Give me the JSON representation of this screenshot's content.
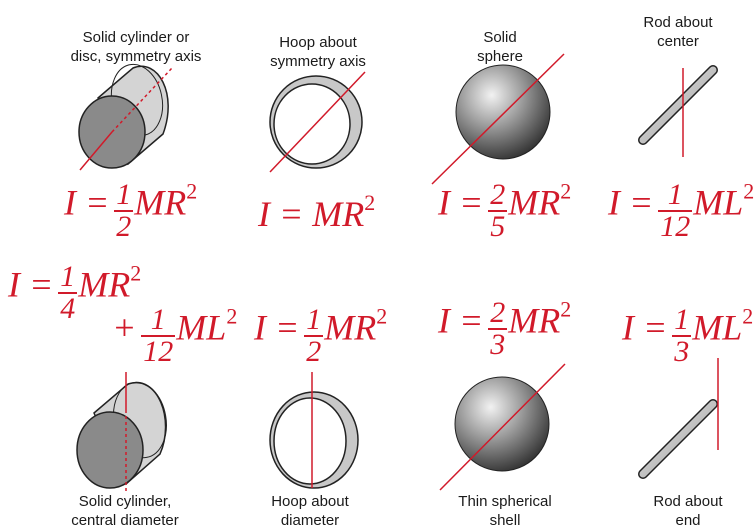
{
  "labels": {
    "solid_cylinder_symmetry": [
      "Solid cylinder or",
      "disc, symmetry axis"
    ],
    "hoop_symmetry": [
      "Hoop about",
      "symmetry axis"
    ],
    "solid_sphere": [
      "Solid",
      "sphere"
    ],
    "rod_center": [
      "Rod about",
      "center"
    ],
    "solid_cylinder_diameter": [
      "Solid cylinder,",
      "central diameter"
    ],
    "hoop_diameter": [
      "Hoop about",
      "diameter"
    ],
    "thin_shell": [
      "Thin spherical",
      "shell"
    ],
    "rod_end": [
      "Rod about",
      "end"
    ]
  },
  "formulas": {
    "solid_cylinder_symmetry": {
      "lhs": "I =",
      "num": "1",
      "den": "2",
      "rhs": "MR",
      "exp": "2"
    },
    "hoop_symmetry": {
      "expr": "I = MR",
      "exp": "2"
    },
    "solid_sphere": {
      "lhs": "I =",
      "num": "2",
      "den": "5",
      "rhs": "MR",
      "exp": "2"
    },
    "rod_center": {
      "lhs": "I =",
      "num": "1",
      "den": "12",
      "rhs": "ML",
      "exp": "2"
    },
    "solid_cylinder_diameter": {
      "line1": {
        "lhs": "I =",
        "num": "1",
        "den": "4",
        "rhs": "MR",
        "exp": "2"
      },
      "line2": {
        "lhs": "+",
        "num": "1",
        "den": "12",
        "rhs": "ML",
        "exp": "2"
      }
    },
    "hoop_diameter": {
      "lhs": "I =",
      "num": "1",
      "den": "2",
      "rhs": "MR",
      "exp": "2"
    },
    "thin_shell": {
      "lhs": "I =",
      "num": "2",
      "den": "3",
      "rhs": "MR",
      "exp": "2"
    },
    "rod_end": {
      "lhs": "I =",
      "num": "1",
      "den": "3",
      "rhs": "ML",
      "exp": "2"
    }
  },
  "colors": {
    "formula": "#d11a2a",
    "axis": "#d11a2a",
    "outline": "#222222",
    "cylinder_body": "#d4d4d4",
    "cylinder_face": "#8a8a8a",
    "hoop_inner": "#c8c8c8"
  }
}
